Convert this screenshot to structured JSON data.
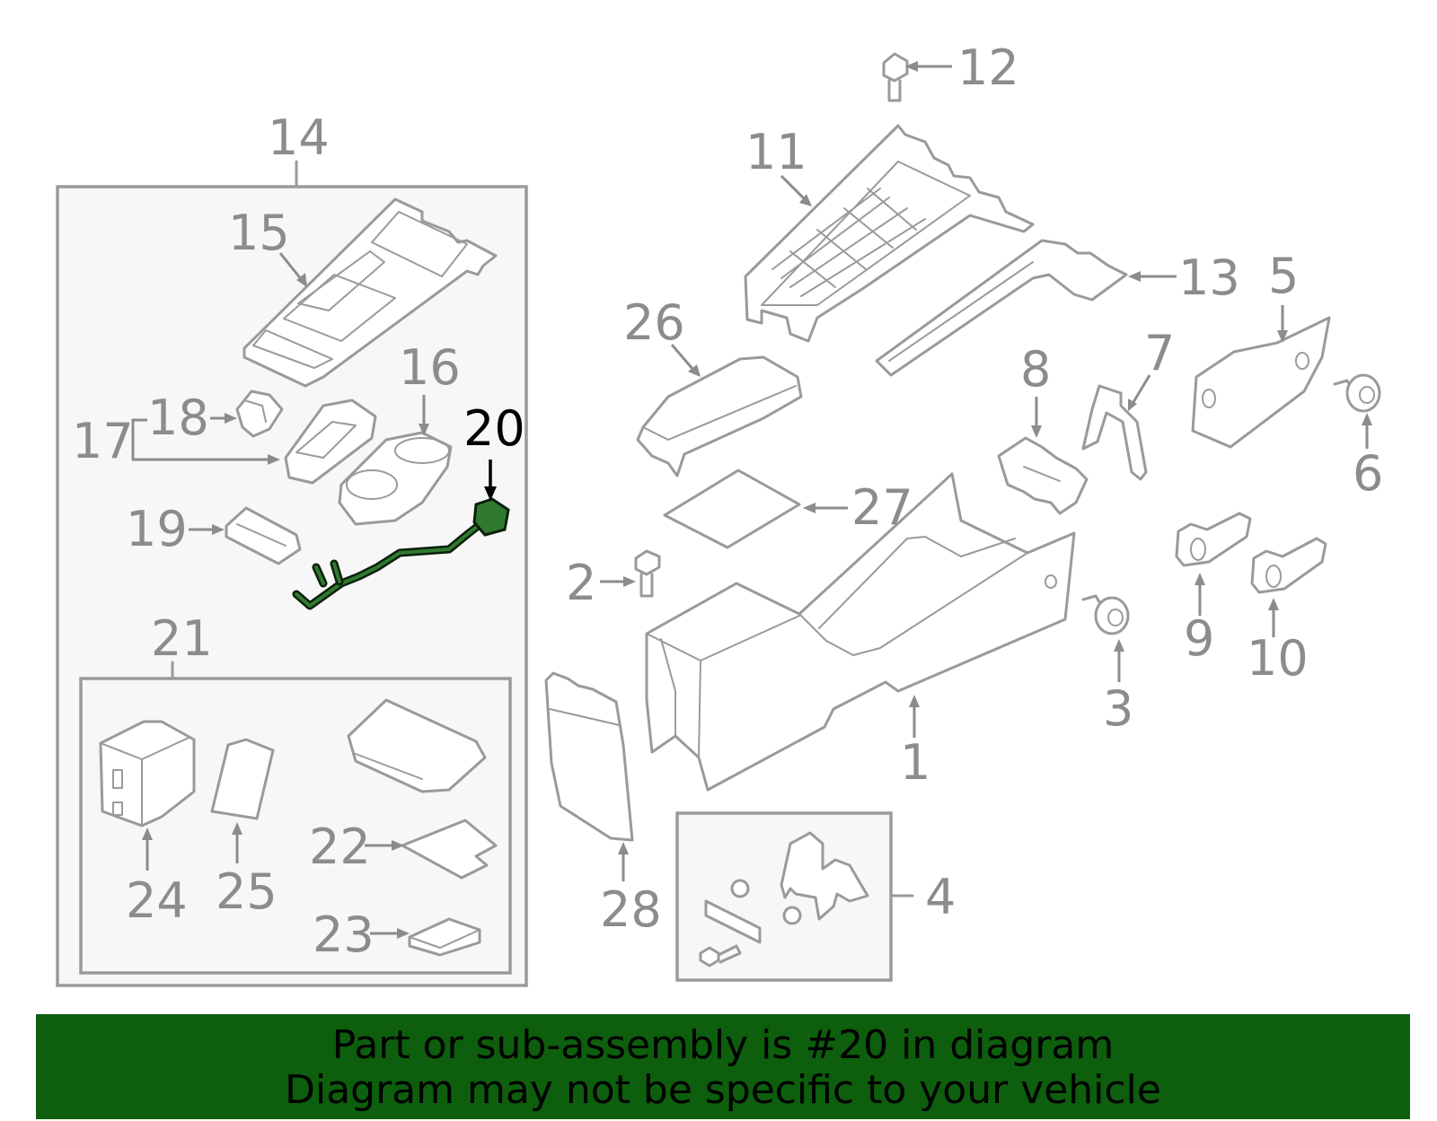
{
  "callouts": {
    "c1": "1",
    "c2": "2",
    "c3": "3",
    "c4": "4",
    "c5": "5",
    "c6": "6",
    "c7": "7",
    "c8": "8",
    "c9": "9",
    "c10": "10",
    "c11": "11",
    "c12": "12",
    "c13": "13",
    "c14": "14",
    "c15": "15",
    "c16": "16",
    "c17": "17",
    "c18": "18",
    "c19": "19",
    "c20": "20",
    "c21": "21",
    "c22": "22",
    "c23": "23",
    "c24": "24",
    "c25": "25",
    "c26": "26",
    "c27": "27",
    "c28": "28"
  },
  "highlighted_part": "20",
  "colors": {
    "line": "#9a9a9a",
    "label": "#8c8c8c",
    "highlight": "#2f7a2f",
    "banner": "#0d5e0d",
    "banner_text": "#000000"
  },
  "banner": {
    "line1": "Part or sub-assembly is #20 in diagram",
    "line2": "Diagram may not be specific to your vehicle"
  }
}
